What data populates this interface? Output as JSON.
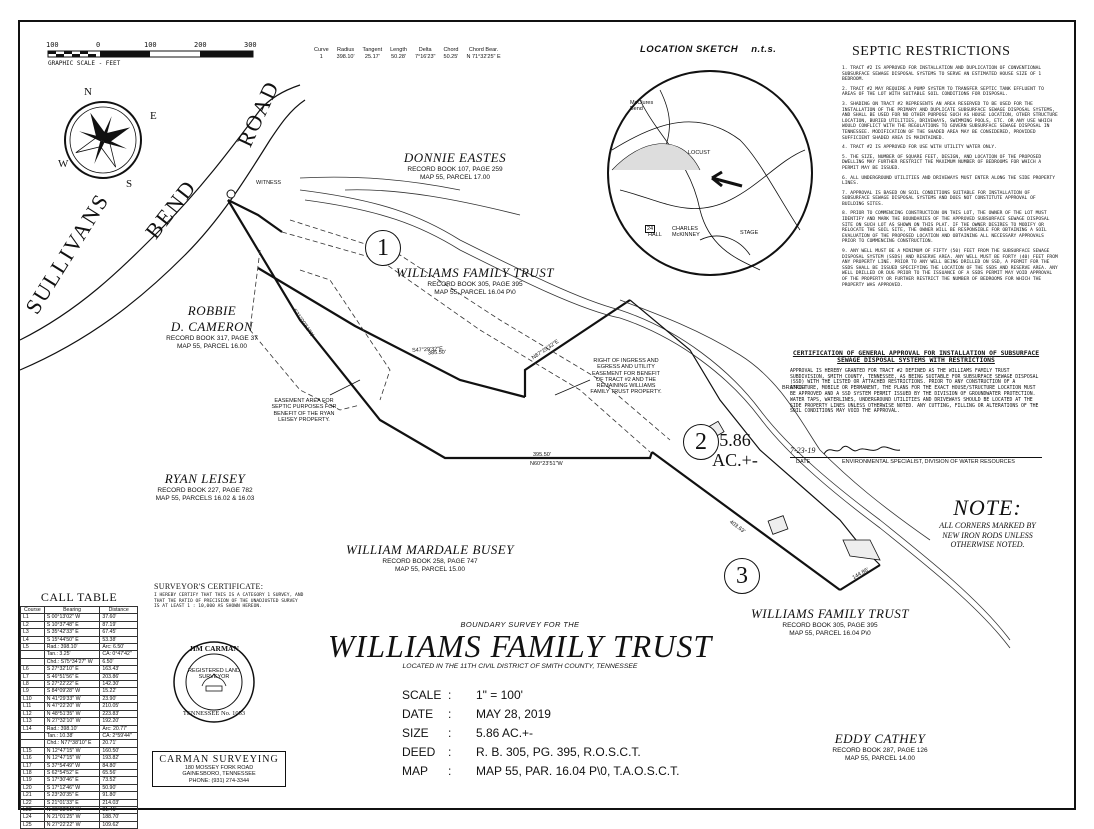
{
  "graphic_scale": {
    "ticks": [
      "100",
      "0",
      "100",
      "200",
      "300"
    ],
    "label": "GRAPHIC SCALE - FEET"
  },
  "curve_table": {
    "headers": [
      "Curve",
      "Radius",
      "Tangent",
      "Length",
      "Delta",
      "Chord",
      "Chord Bear."
    ],
    "rows": [
      [
        "1",
        "398.10'",
        "25.17'",
        "50.28'",
        "7°16'23\"",
        "50.25'",
        "N 71°32'25\" E"
      ]
    ]
  },
  "compass": {
    "n": "N",
    "e": "E",
    "s": "S",
    "w": "W"
  },
  "road": {
    "sullivans": "SULLIVANS",
    "bend": "BEND",
    "road": "ROAD"
  },
  "owners": [
    {
      "id": "donnie",
      "name": "DONNIE EASTES",
      "rec1": "RECORD BOOK 107, PAGE 259",
      "rec2": "MAP 55, PARCEL 17.00"
    },
    {
      "id": "wft-top",
      "name": "WILLIAMS FAMILY TRUST",
      "rec1": "RECORD BOOK 305, PAGE 395",
      "rec2": "MAP 55, PARCEL 16.04 P\\0"
    },
    {
      "id": "robbie",
      "name": "ROBBIE",
      "name2": "D. CAMERON",
      "rec1": "RECORD BOOK 317, PAGE 37",
      "rec2": "MAP 55, PARCEL 16.00"
    },
    {
      "id": "ryan",
      "name": "RYAN LEISEY",
      "rec1": "RECORD BOOK 227, PAGE 782",
      "rec2": "MAP 55, PARCELS 16.02 & 16.03"
    },
    {
      "id": "busey",
      "name": "WILLIAM MARDALE BUSEY",
      "rec1": "RECORD BOOK 258, PAGE 747",
      "rec2": "MAP 55, PARCEL 15.00"
    },
    {
      "id": "wft-bottom",
      "name": "WILLIAMS FAMILY TRUST",
      "rec1": "RECORD BOOK 305, PAGE 395",
      "rec2": "MAP 55, PARCEL 16.04 P\\0"
    },
    {
      "id": "eddy",
      "name": "EDDY CATHEY",
      "rec1": "RECORD BOOK 287, PAGE 126",
      "rec2": "MAP 55, PARCEL 14.00"
    }
  ],
  "tracts": [
    "1",
    "2",
    "3"
  ],
  "acreage": {
    "value": "5.86",
    "unit": "AC.+-"
  },
  "plat_labels": {
    "easement_septic": "EASEMENT AREA FOR SEPTIC PURPOSES FOR BENEFIT OF THE RYAN LEISEY PROPERTY.",
    "right_of_ingress": "RIGHT OF INGRESS AND EGRESS AND UTILITY EASEMENT FOR BENEFIT OF TRACT #2 AND THE REMAINING WILLIAMS FAMILY TRUST PROPERTY.",
    "brg1": "S21°00'51\"W",
    "brg2": "S47°29'32\"E",
    "brg3": "N87°29'32\"E",
    "brg4": "N60°23'51\"W",
    "dist1": "385.50'",
    "dist2": "395.50'",
    "dist3": "403.63'",
    "dist4": "144.86'",
    "witness": "WITNESS",
    "branch": "BRANCH"
  },
  "location_sketch": {
    "title": "LOCATION SKETCH",
    "nts": "n.t.s.",
    "labels": [
      "McClures Bend",
      "LOCUST",
      "HALL",
      "CHARLES McKINNEY",
      "STAGE"
    ],
    "marker": "24"
  },
  "septic": {
    "title": "SEPTIC RESTRICTIONS",
    "items": [
      "1. TRACT #2 IS APPROVED FOR INSTALLATION AND DUPLICATION OF CONVENTIONAL SUBSURFACE SEWAGE DISPOSAL SYSTEMS TO SERVE AN ESTIMATED HOUSE SIZE OF 1 BEDROOM.",
      "2. TRACT #2 MAY REQUIRE A PUMP SYSTEM TO TRANSFER SEPTIC TANK EFFLUENT TO AREAS OF THE LOT WITH SUITABLE SOIL CONDITIONS FOR DISPOSAL.",
      "3. SHADING ON TRACT #2 REPRESENTS AN AREA RESERVED TO BE USED FOR THE INSTALLATION OF THE PRIMARY AND DUPLICATE SUBSURFACE SEWAGE DISPOSAL SYSTEMS, AND SHALL BE USED FOR NO OTHER PURPOSE SUCH AS HOUSE LOCATION, OTHER STRUCTURE LOCATION, BURIED UTILITIES, DRIVEWAYS, SWIMMING POOLS, ETC. OR ANY USE WHICH WOULD CONFLICT WITH THE REGULATIONS TO GOVERN SUBSURFACE SEWAGE DISPOSAL IN TENNESSEE. MODIFICATION OF THE SHADED AREA MAY BE CONSIDERED, PROVIDED SUFFICIENT SHADED AREA IS MAINTAINED.",
      "4. TRACT #2 IS APPROVED FOR USE WITH UTILITY WATER ONLY.",
      "5. THE SIZE, NUMBER OF SQUARE FEET, DESIGN, AND LOCATION OF THE PROPOSED DWELLING MAY FURTHER RESTRICT THE MAXIMUM NUMBER OF BEDROOMS FOR WHICH A PERMIT MAY BE ISSUED.",
      "6. ALL UNDERGROUND UTILITIES AND DRIVEWAYS MUST ENTER ALONG THE SIDE PROPERTY LINES.",
      "7. APPROVAL IS BASED ON SOIL CONDITIONS SUITABLE FOR INSTALLATION OF SUBSURFACE SEWAGE DISPOSAL SYSTEMS AND DOES NOT CONSTITUTE APPROVAL OF BUILDING SITES.",
      "8. PRIOR TO COMMENCING CONSTRUCTION ON THIS LOT, THE OWNER OF THE LOT MUST IDENTIFY AND MARK THE BOUNDARIES OF THE APPROVED SUBSURFACE SEWAGE DISPOSAL SITE ON SUCH LOT AS SHOWN ON THIS PLAT. IF THE OWNER DESIRES TO MODIFY OR RELOCATE THE SOIL SITE, THE OWNER WILL BE RESPONSIBLE FOR OBTAINING A SOIL EVALUATION OF THE PROPOSED LOCATION AND OBTAINING ALL NECESSARY APPROVALS PRIOR TO COMMENCING CONSTRUCTION.",
      "9. ANY WELL MUST BE A MINIMUM OF FIFTY (50) FEET FROM THE SUBSURFACE SEWAGE DISPOSAL SYSTEM (SSDS) AND RESERVE AREA. ANY WELL MUST BE FORTY (40) FEET FROM ANY PROPERTY LINE. PRIOR TO ANY WELL BEING DRILLED ON SSD, A PERMIT FOR THE SSDS SHALL BE ISSUED SPECIFYING THE LOCATION OF THE SSDS AND RESERVE AREA. ANY WELL DRILLED OR DUG PRIOR TO THE ISSUANCE OF A SSDS PERMIT MAY VOID APPROVAL OF THE PROPERTY OR FURTHER RESTRICT THE NUMBER OF BEDROOMS FOR WHICH THE PROPERTY WAS APPROVED."
    ]
  },
  "certification": {
    "title": "CERTIFICATION OF GENERAL APPROVAL FOR INSTALLATION OF SUBSURFACE SEWAGE DISPOSAL SYSTEMS WITH RESTRICTIONS",
    "body": "APPROVAL IS HEREBY GRANTED FOR TRACT #2 DEFINED AS THE WILLIAMS FAMILY TRUST SUBDIVISION, SMITH COUNTY, TENNESSEE, AS BEING SUITABLE FOR SUBSURFACE SEWAGE DISPOSAL (SSD) WITH THE LISTED OR ATTACHED RESTRICTIONS. PRIOR TO ANY CONSTRUCTION OF A STRUCTURE, MOBILE OR PERMANENT, THE PLANS FOR THE EXACT HOUSE/STRUCTURE LOCATION MUST BE APPROVED AND A SSD SYSTEM PERMIT ISSUED BY THE DIVISION OF GROUNDWATER PROTECTION. WATER TAPS, WATERLINES, UNDERGROUND UTILITIES AND DRIVEWAYS SHOULD BE LOCATED AT THE SIDE PROPERTY LINES UNLESS OTHERWISE NOTED. ANY CUTTING, FILLING OR ALTERATIONS OF THE SOIL CONDITIONS MAY VOID THE APPROVAL.",
    "date_value": "7-23-19",
    "date_label": "DATE",
    "signer_label": "ENVIRONMENTAL SPECIALIST, DIVISION OF WATER RESOURCES"
  },
  "note": {
    "title": "NOTE:",
    "lines": [
      "ALL CORNERS MARKED BY",
      "NEW IRON RODS UNLESS",
      "OTHERWISE NOTED."
    ]
  },
  "call_table": {
    "title": "CALL TABLE",
    "headers": [
      "Course",
      "Bearing",
      "Distance"
    ],
    "rows": [
      [
        "L1",
        "S 00°13'02\" W",
        "37.60'"
      ],
      [
        "L2",
        "S 10°37'48\" E",
        "87.19'"
      ],
      [
        "L3",
        "S 35°42'33\" E",
        "67.45'"
      ],
      [
        "L4",
        "S 15°44'50\" E",
        "53.38'"
      ],
      [
        "L5",
        "Rad.: 398.10'",
        "Arc: 6.50'"
      ],
      [
        "",
        "Tan.: 3.25'",
        "CA: 0°47'42\""
      ],
      [
        "",
        "Chd.: S75°34'27\" W",
        "6.50'"
      ],
      [
        "L6",
        "S 27°32'10\" E",
        "163.43'"
      ],
      [
        "L7",
        "S 46°51'56\" E",
        "203.86'"
      ],
      [
        "L8",
        "S 27°22'22\" E",
        "142.30'"
      ],
      [
        "L9",
        "S 84°09'28\" W",
        "15.22'"
      ],
      [
        "L10",
        "N 41°29'33\" W",
        "23.90'"
      ],
      [
        "L11",
        "N 47°22'20\" W",
        "210.05'"
      ],
      [
        "L12",
        "N 48°51'35\" W",
        "223.83'"
      ],
      [
        "L13",
        "N 27°32'10\" W",
        "192.20'"
      ],
      [
        "L14",
        "Rad.: 398.10'",
        "Arc: 20.77'"
      ],
      [
        "",
        "Tan.: 10.38'",
        "CA: 2°59'44\""
      ],
      [
        "",
        "Chd.: N77°38'10\" E",
        "20.71'"
      ],
      [
        "L15",
        "N 12°47'15\" W",
        "160.50'"
      ],
      [
        "L16",
        "N 12°47'15\" W",
        "193.82'"
      ],
      [
        "L17",
        "S 37°54'49\" W",
        "84.80'"
      ],
      [
        "L18",
        "S 62°54'52\" E",
        "65.56'"
      ],
      [
        "L19",
        "S 17°30'46\" E",
        "73.52'"
      ],
      [
        "L20",
        "S 17°12'46\" W",
        "50.90'"
      ],
      [
        "L21",
        "S 23°20'35\" E",
        "91.80'"
      ],
      [
        "L22",
        "S 21°01'33\" E",
        "214.03'"
      ],
      [
        "L23",
        "N 66°33'51\" W",
        "31.41'"
      ],
      [
        "L24",
        "N 21°01'25\" W",
        "188.70'"
      ],
      [
        "L25",
        "N 27°22'22\" W",
        "109.62'"
      ]
    ]
  },
  "surveyor": {
    "title": "SURVEYOR'S CERTIFICATE:",
    "body": "I HEREBY CERTIFY THAT THIS IS A CATEGORY 1 SURVEY, AND THAT THE RATIO OF PRECISION OF THE UNADJUSTED SURVEY IS AT LEAST 1 : 10,000 AS SHOWN HEREON."
  },
  "seal": {
    "name": "JIM CARMAN",
    "line1": "REGISTERED LAND SURVEYOR",
    "line2": "TENNESSEE No. 1053"
  },
  "firm": {
    "name": "CARMAN SURVEYING",
    "l1": "180 MOSSEY FORK ROAD",
    "l2": "GAINESBORO, TENNESSEE",
    "l3": "PHONE: (931) 274-3344"
  },
  "main_title": {
    "pre": "BOUNDARY SURVEY FOR THE",
    "title": "WILLIAMS FAMILY TRUST",
    "sub": "LOCATED IN THE 11TH CIVIL DISTRICT OF SMITH COUNTY, TENNESSEE"
  },
  "info": [
    {
      "k": "SCALE",
      "v": "1\" = 100'"
    },
    {
      "k": "DATE",
      "v": "MAY 28, 2019"
    },
    {
      "k": "SIZE",
      "v": "5.86 AC.+-"
    },
    {
      "k": "DEED",
      "v": "R. B. 305, PG. 395, R.O.S.C.T."
    },
    {
      "k": "MAP",
      "v": "MAP 55, PAR. 16.04 P\\0, T.A.O.S.C.T."
    }
  ]
}
